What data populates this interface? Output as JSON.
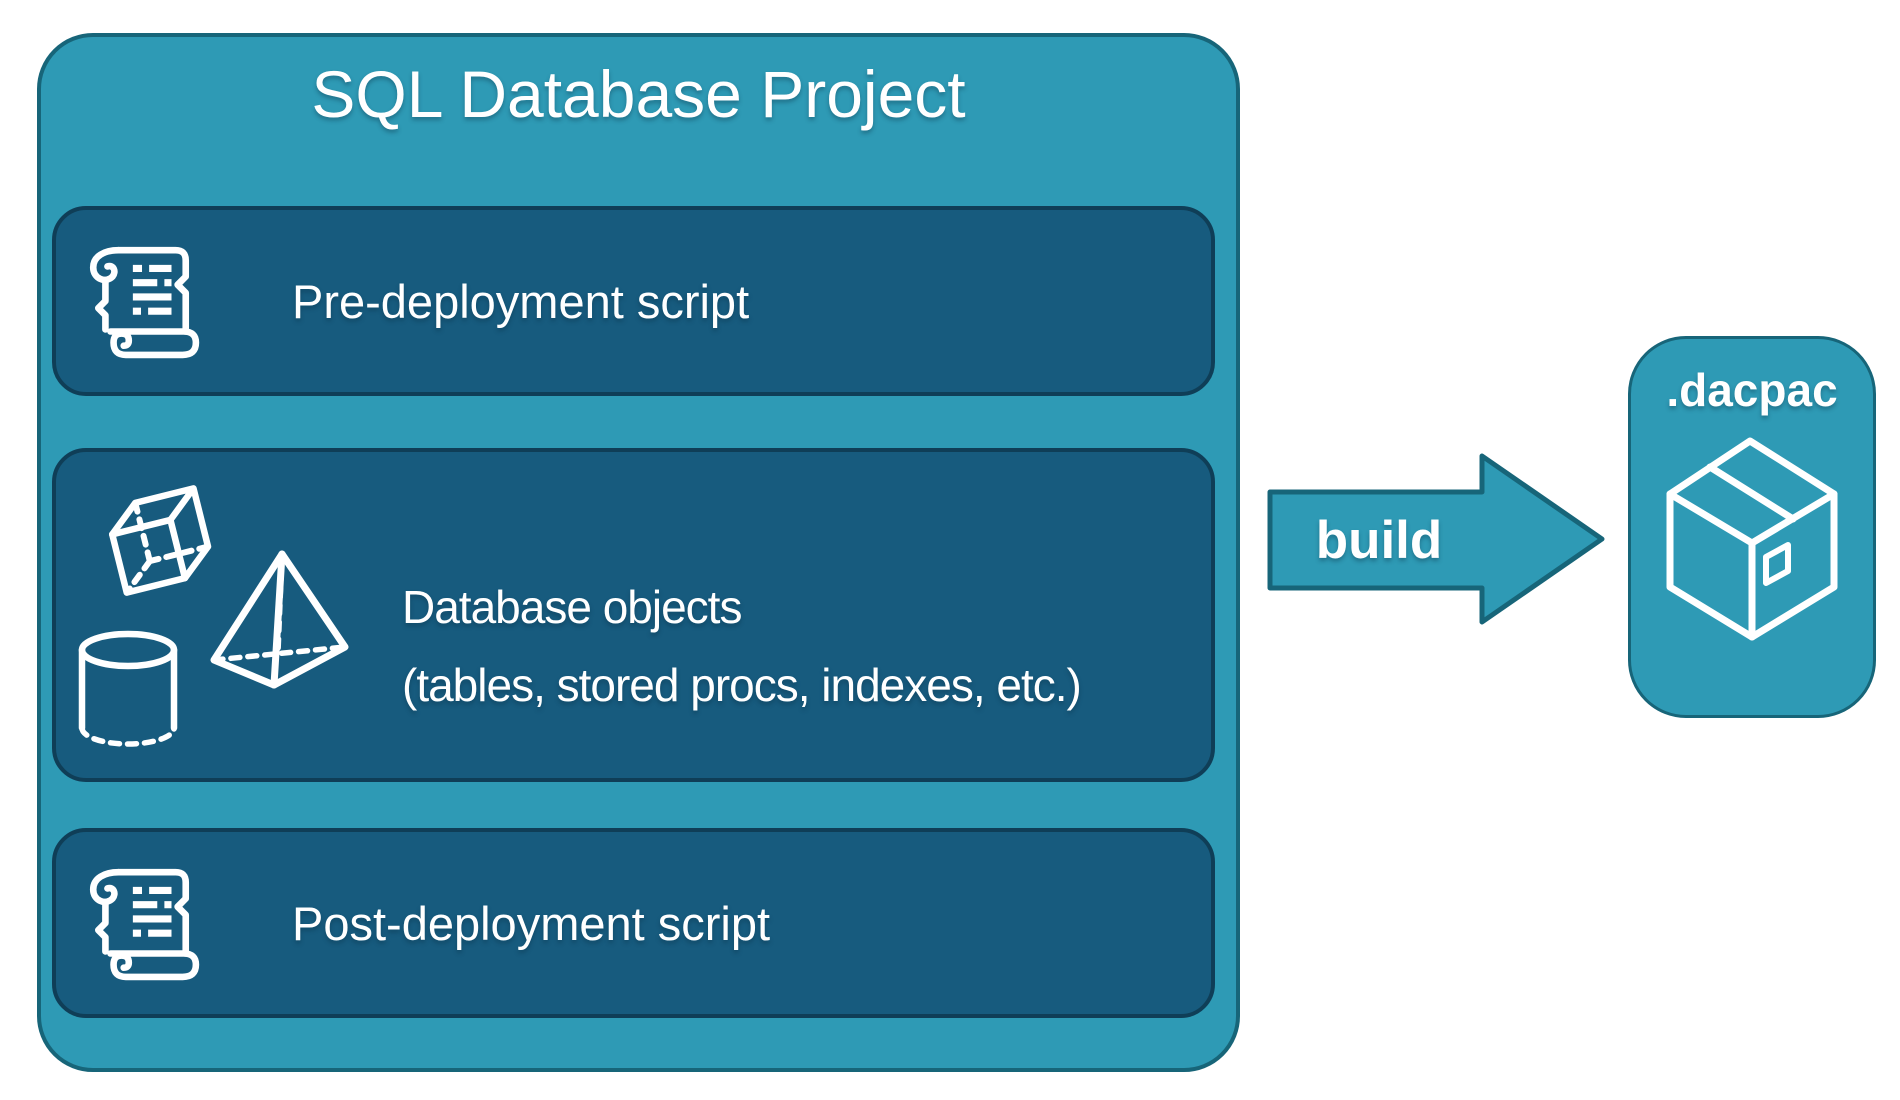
{
  "colors": {
    "teal": "#2E9AB5",
    "teal-border": "#176579",
    "dark": "#175B7E",
    "dark-border": "#0F3E57",
    "text": "#FFFFFF"
  },
  "project": {
    "title": "SQL Database Project",
    "items": [
      {
        "icon": "scroll-icon",
        "label": "Pre-deployment script"
      },
      {
        "icon": "database-objects-icon",
        "label": "Database objects",
        "sublabel": "(tables, stored procs, indexes, etc.)"
      },
      {
        "icon": "scroll-icon",
        "label": "Post-deployment script"
      }
    ]
  },
  "build_arrow": {
    "label": "build"
  },
  "dacpac": {
    "label": ".dacpac",
    "icon": "package-icon"
  }
}
